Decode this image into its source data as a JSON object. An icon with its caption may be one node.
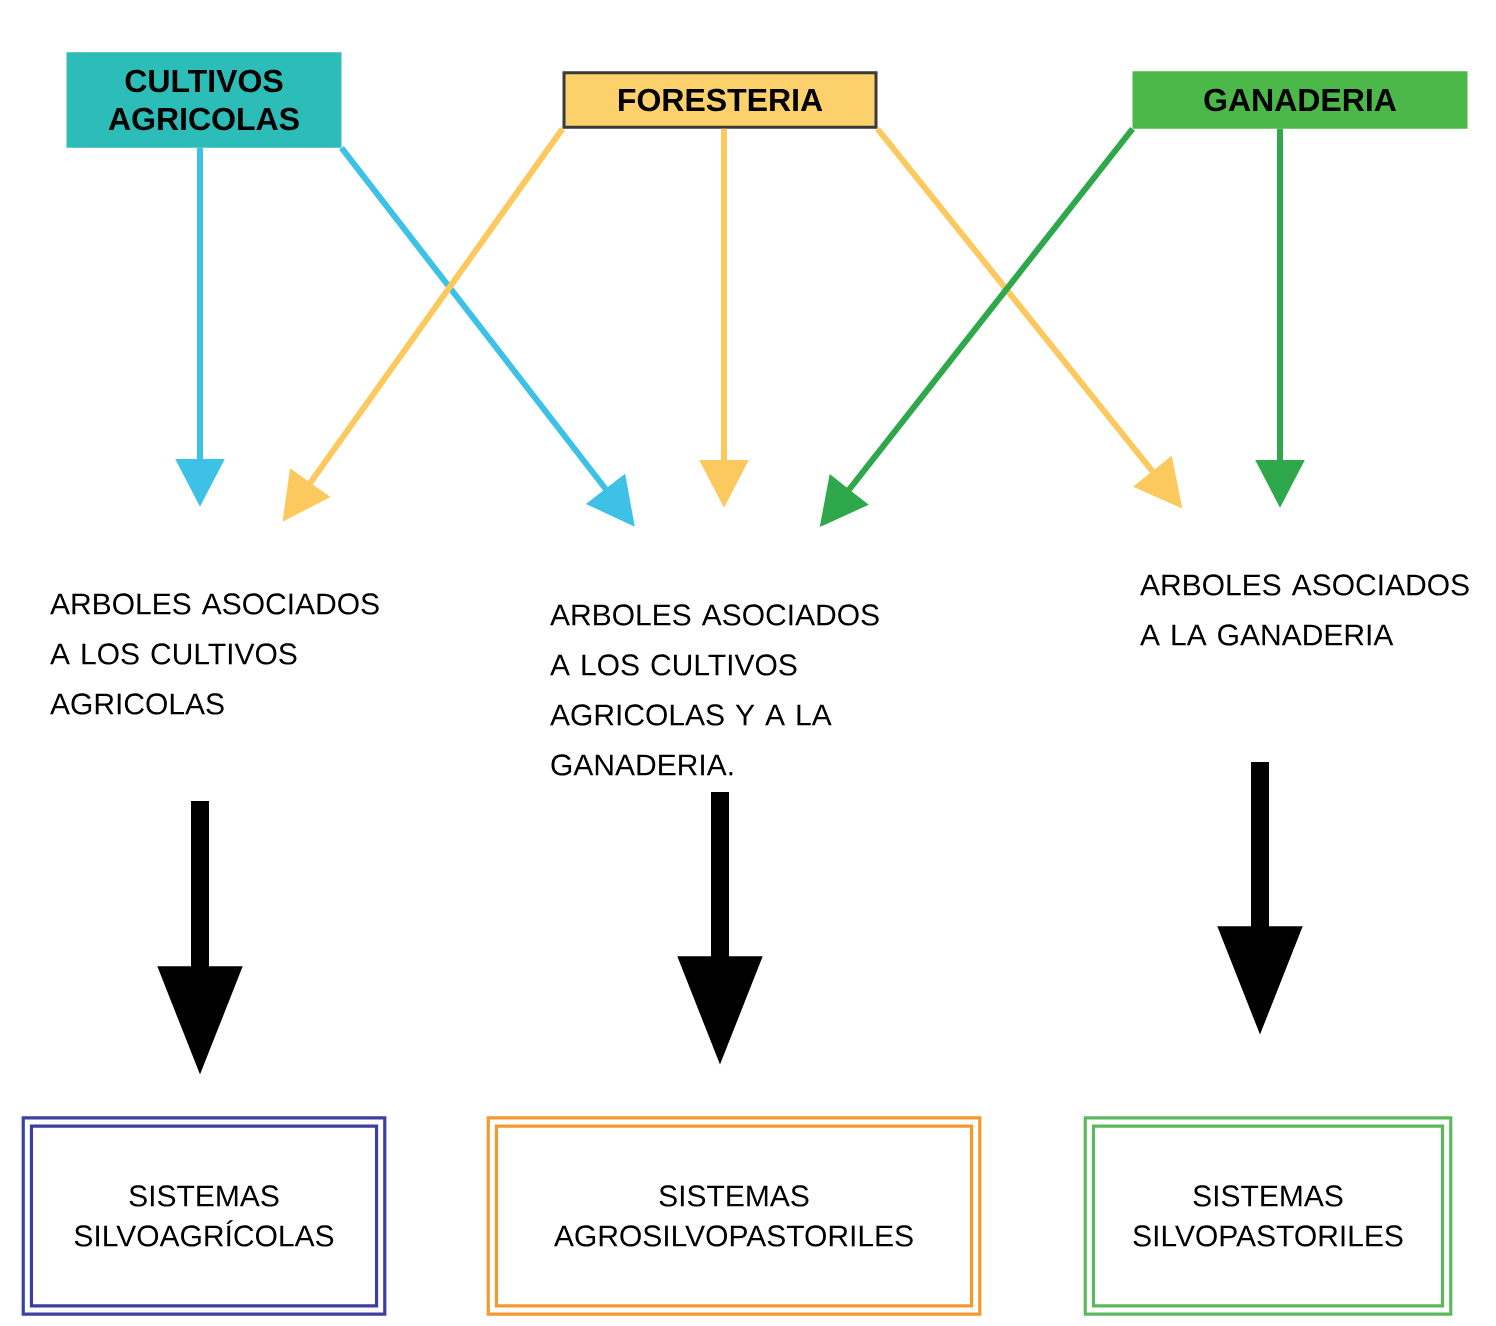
{
  "diagram": {
    "nodes": [
      {
        "text": [
          "CULTIVOS AGRICOLAS"
        ]
      },
      {
        "text": [
          "FORESTERIA"
        ]
      },
      {
        "text": [
          "GANADERIA"
        ]
      },
      {
        "text": [
          "ARBOLES ASOCIADOS A LOS CULTIVOS AGRICOLAS"
        ]
      },
      {
        "text": [
          "ARBOLES ASOCIADOS A LOS CULTIVOS AGRICOLAS Y A LA GANADERIA."
        ]
      },
      {
        "text": [
          "ARBOLES ASOCIADOS A LA GANADERIA"
        ]
      },
      {
        "text": [
          "SISTEMAS SILVOAGRÍCOLAS"
        ]
      },
      {
        "text": [
          "SISTEMAS AGROSILVOPASTORILES"
        ]
      },
      {
        "text": [
          "SISTEMAS SILVOPASTORILES"
        ]
      }
    ],
    "edges": [
      {
        "from": 0,
        "to": 3,
        "arrow": "to",
        "color": "#3ec1e6"
      },
      {
        "from": 0,
        "to": 4,
        "arrow": "to",
        "color": "#3ec1e6"
      },
      {
        "from": 1,
        "to": 3,
        "arrow": "to",
        "color": "#fcc95e"
      },
      {
        "from": 1,
        "to": 4,
        "arrow": "to",
        "color": "#fcc95e"
      },
      {
        "from": 1,
        "to": 5,
        "arrow": "to",
        "color": "#fcc95e"
      },
      {
        "from": 2,
        "to": 4,
        "arrow": "to",
        "color": "#2ea84a"
      },
      {
        "from": 2,
        "to": 5,
        "arrow": "to",
        "color": "#2ea84a"
      },
      {
        "from": 3,
        "to": 6,
        "arrow": "to",
        "style": "thick",
        "color": "#000000"
      },
      {
        "from": 4,
        "to": 7,
        "arrow": "to",
        "style": "thick",
        "color": "#000000"
      },
      {
        "from": 5,
        "to": 8,
        "arrow": "to",
        "style": "thick",
        "color": "#000000"
      }
    ]
  }
}
